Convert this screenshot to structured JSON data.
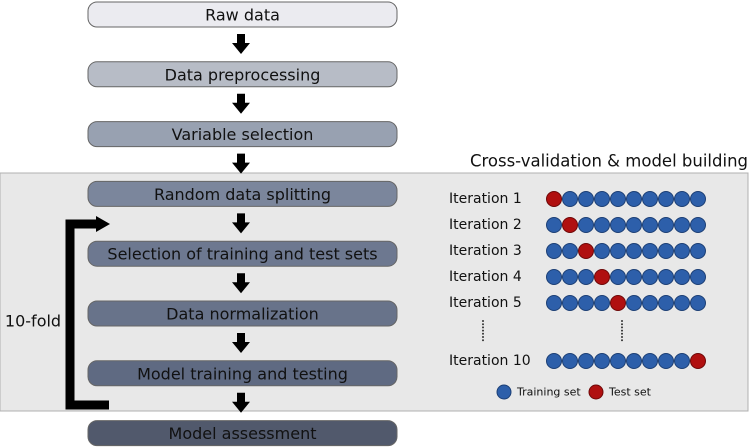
{
  "steps": [
    {
      "label": "Raw data",
      "fill": "#ebebf0",
      "text": "#111111"
    },
    {
      "label": "Data preprocessing",
      "fill": "#b7bcc6",
      "text": "#111111"
    },
    {
      "label": "Variable selection",
      "fill": "#98a1b1",
      "text": "#111111"
    },
    {
      "label": "Random data splitting",
      "fill": "#7b869c",
      "text": "#111111"
    },
    {
      "label": "Selection of training and test sets",
      "fill": "#6d7890",
      "text": "#111111"
    },
    {
      "label": "Data normalization",
      "fill": "#68738a",
      "text": "#111111"
    },
    {
      "label": "Model training and testing",
      "fill": "#5f6a82",
      "text": "#111111"
    },
    {
      "label": "Model assessment",
      "fill": "#51596c",
      "text": "#111111"
    }
  ],
  "loop_label": "10-fold",
  "cv": {
    "title": "Cross-validation & model building",
    "circles_per_row": 10,
    "iterations": [
      {
        "label": "Iteration 1",
        "test_index": 1
      },
      {
        "label": "Iteration 2",
        "test_index": 2
      },
      {
        "label": "Iteration 3",
        "test_index": 3
      },
      {
        "label": "Iteration 4",
        "test_index": 4
      },
      {
        "label": "Iteration 5",
        "test_index": 5
      },
      {
        "label": "Iteration 10",
        "test_index": 10
      }
    ],
    "legend": {
      "training_label": "Training set",
      "test_label": "Test set"
    }
  },
  "colors": {
    "panel": "#e8e8e8",
    "panel_border": "#b0b0b0",
    "training": "#2d5faa",
    "test": "#b01010",
    "arrow": "#000000",
    "box_border": "#666666"
  }
}
